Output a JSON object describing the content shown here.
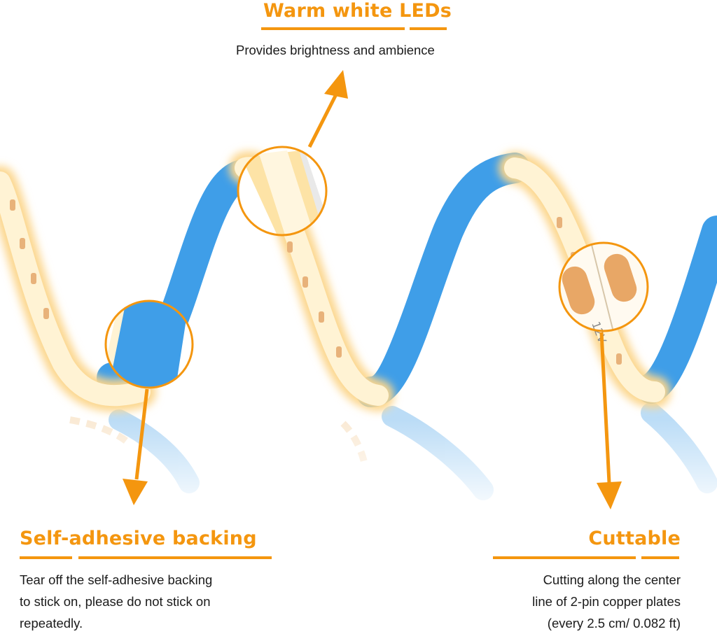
{
  "callouts": {
    "leds": {
      "title": "Warm white LEDs",
      "description": "Provides brightness and ambience"
    },
    "backing": {
      "title": "Self-adhesive backing",
      "lines": [
        "Tear off the self-adhesive backing",
        "to stick on, please do not stick on",
        "repeatedly."
      ]
    },
    "cuttable": {
      "title": "Cuttable",
      "lines": [
        "Cutting along the center",
        "line of 2-pin copper plates",
        "(every 2.5 cm/ 0.082 ft)"
      ]
    }
  },
  "strip_marking": "12V",
  "colors": {
    "accent": "#f4960f",
    "backing_blue": "#3f9ee8",
    "led_warm": "#fde9b8",
    "copper": "#e8a766"
  }
}
